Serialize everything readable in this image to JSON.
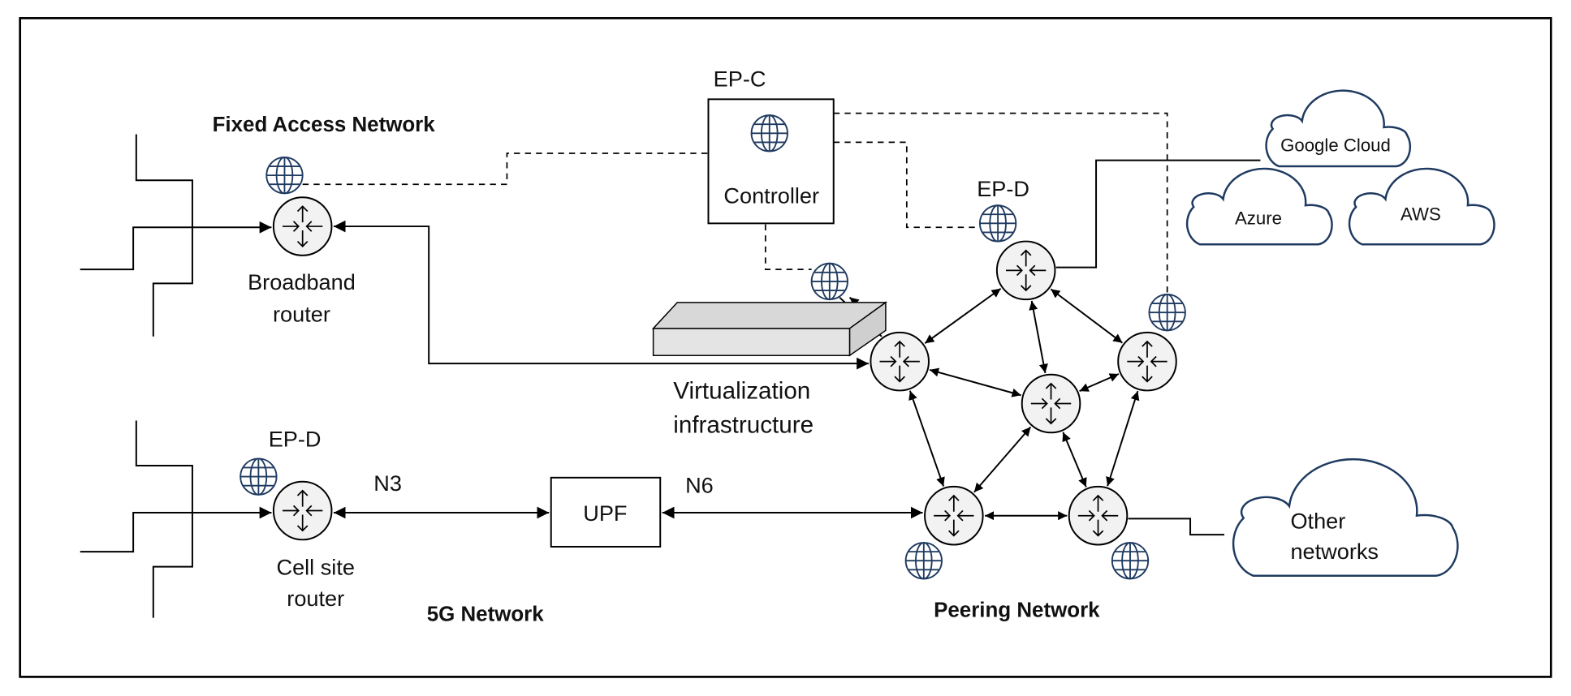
{
  "titles": {
    "fixed_access": "Fixed Access Network",
    "fiveg": "5G Network",
    "peering": "Peering Network"
  },
  "labels": {
    "ep_c": "EP-C",
    "controller": "Controller",
    "ep_d_top": "EP-D",
    "ep_d_bottom": "EP-D",
    "broadband_1": "Broadband",
    "broadband_2": "router",
    "cellsite_1": "Cell site",
    "cellsite_2": "router",
    "virt_1": "Virtualization",
    "virt_2": "infrastructure",
    "n3": "N3",
    "n6": "N6",
    "upf": "UPF"
  },
  "clouds": {
    "google": "Google Cloud",
    "azure": "Azure",
    "aws": "AWS",
    "other_1": "Other",
    "other_2": "networks"
  },
  "icons": {
    "router": "router-icon",
    "globe": "globe-icon",
    "cloud": "cloud-icon"
  },
  "colors": {
    "globe": "#1f3a60",
    "cloud": "#1f3a60",
    "router_fill": "#f2f2f2",
    "server_fill": "#e4e4e4"
  }
}
